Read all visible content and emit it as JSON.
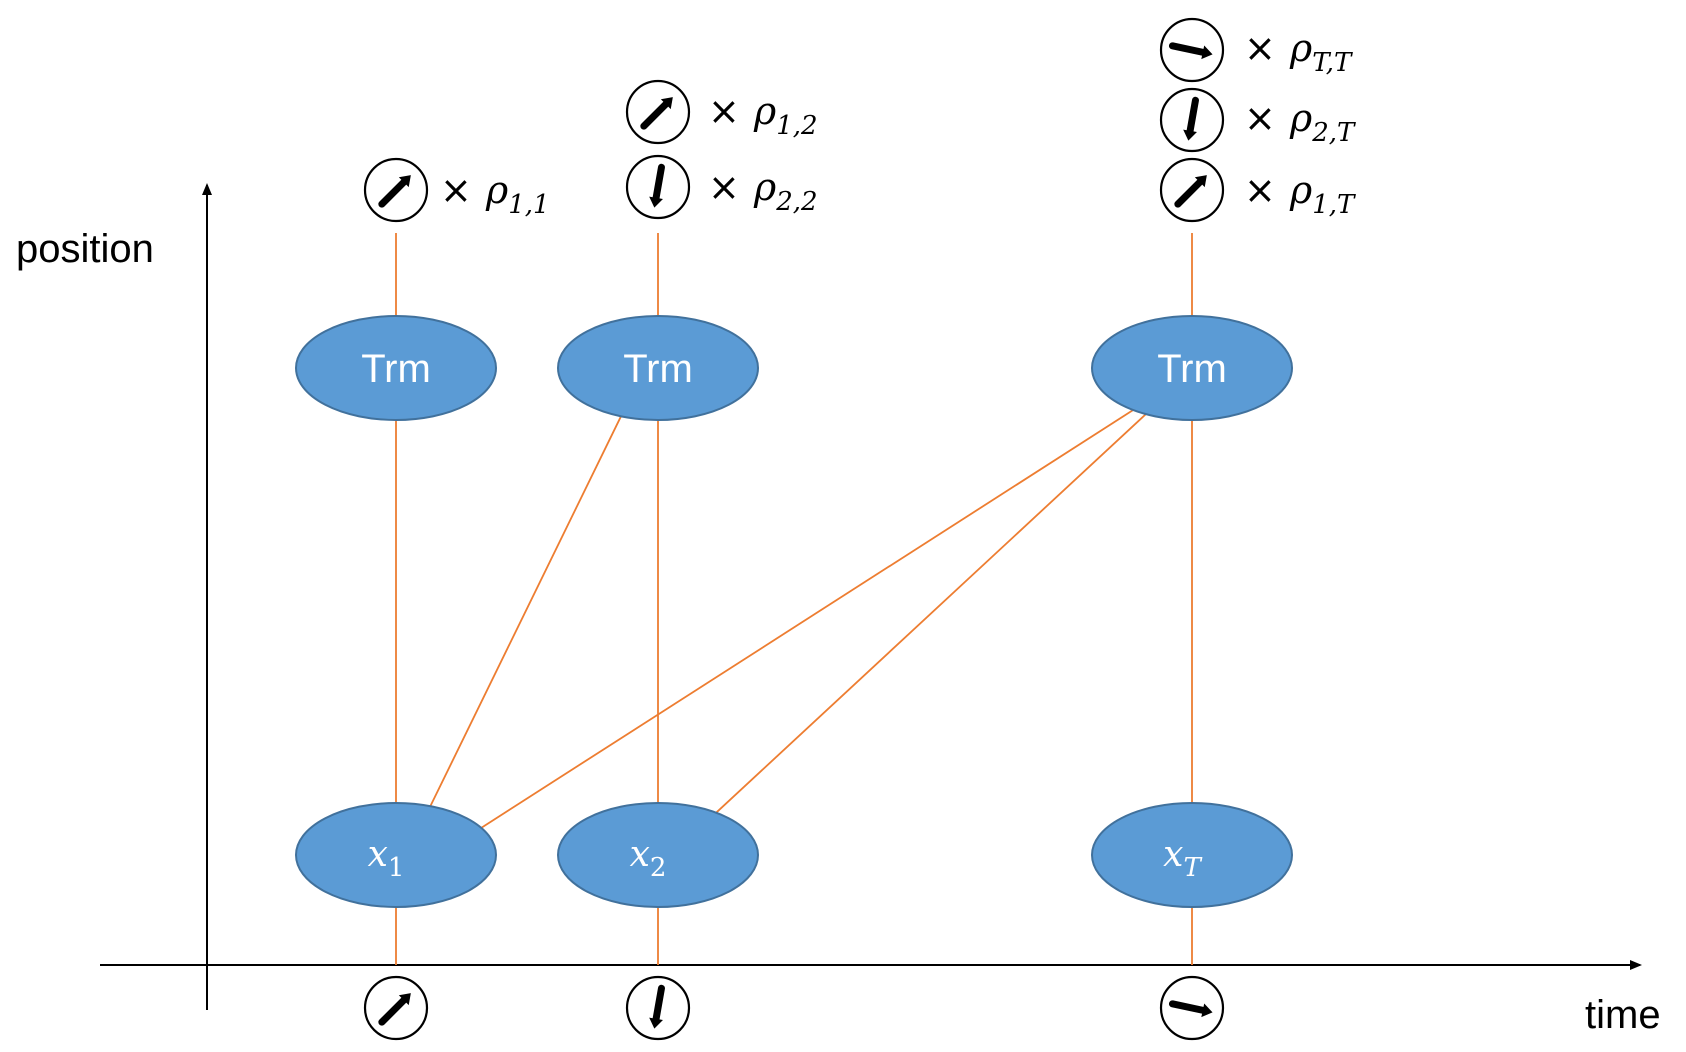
{
  "axes": {
    "y_label": "position",
    "x_label": "time"
  },
  "colors": {
    "node_fill": "#5B9BD5",
    "node_stroke": "#41719C",
    "edge": "#ED7D31",
    "axis": "#000000"
  },
  "transformer_label": "Trm",
  "inputs": [
    {
      "symbol": "x",
      "subscript": "1",
      "rotation_icon": "arrow-up-right-icon"
    },
    {
      "symbol": "x",
      "subscript": "2",
      "rotation_icon": "arrow-down-icon"
    },
    {
      "symbol": "x",
      "subscript": "T",
      "rotation_icon": "arrow-right-down-icon"
    }
  ],
  "outputs": [
    {
      "rows": [
        {
          "icon": "arrow-up-right-icon",
          "times": "×",
          "symbol": "ρ",
          "subscript": "1,1"
        }
      ]
    },
    {
      "rows": [
        {
          "icon": "arrow-up-right-icon",
          "times": "×",
          "symbol": "ρ",
          "subscript": "1,2"
        },
        {
          "icon": "arrow-down-icon",
          "times": "×",
          "symbol": "ρ",
          "subscript": "2,2"
        }
      ]
    },
    {
      "rows": [
        {
          "icon": "arrow-right-down-icon",
          "times": "×",
          "symbol": "ρ",
          "subscript": "T,T"
        },
        {
          "icon": "arrow-down-icon",
          "times": "×",
          "symbol": "ρ",
          "subscript": "2,T"
        },
        {
          "icon": "arrow-up-right-icon",
          "times": "×",
          "symbol": "ρ",
          "subscript": "1,T"
        }
      ]
    }
  ],
  "connections": [
    {
      "from_input": 1,
      "to_trm": 1
    },
    {
      "from_input": 1,
      "to_trm": 2
    },
    {
      "from_input": 1,
      "to_trm": 3
    },
    {
      "from_input": 2,
      "to_trm": 2
    },
    {
      "from_input": 2,
      "to_trm": 3
    },
    {
      "from_input": 3,
      "to_trm": 3
    }
  ]
}
